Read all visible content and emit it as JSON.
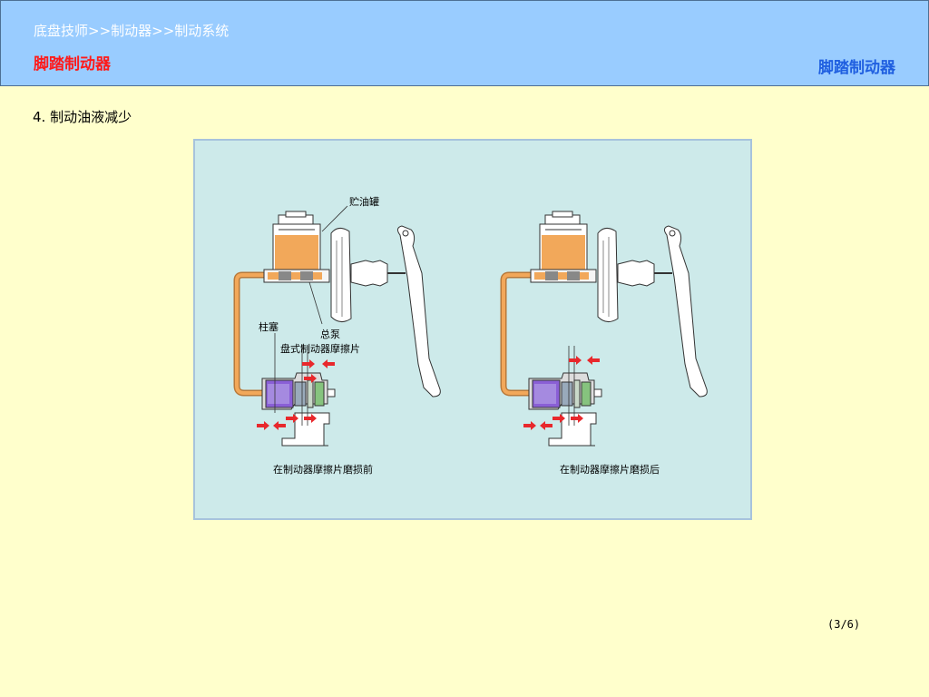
{
  "header": {
    "breadcrumb": "底盘技师>>制动器>>制动系统",
    "title": "脚踏制动器",
    "title_right": "脚踏制动器"
  },
  "section_heading": "4.  制动油液减少",
  "diagram": {
    "label_reservoir": "贮油罐",
    "label_piston": "柱塞",
    "label_master_cylinder": "总泵",
    "label_pad": "盘式制动器摩擦片",
    "caption_before": "在制动器摩擦片磨损前",
    "caption_after": "在制动器摩擦片磨损后"
  },
  "colors": {
    "header_bg": "#99ccff",
    "page_bg": "#ffffcc",
    "figure_bg": "#cdeaea",
    "title_red": "#ff1a1a",
    "title_blue": "#1f5fe0",
    "fluid_orange": "#f2a85a",
    "piston_purple": "#8a5fd6",
    "arrow_red": "#e8282c"
  },
  "page_number": "(3/6)"
}
